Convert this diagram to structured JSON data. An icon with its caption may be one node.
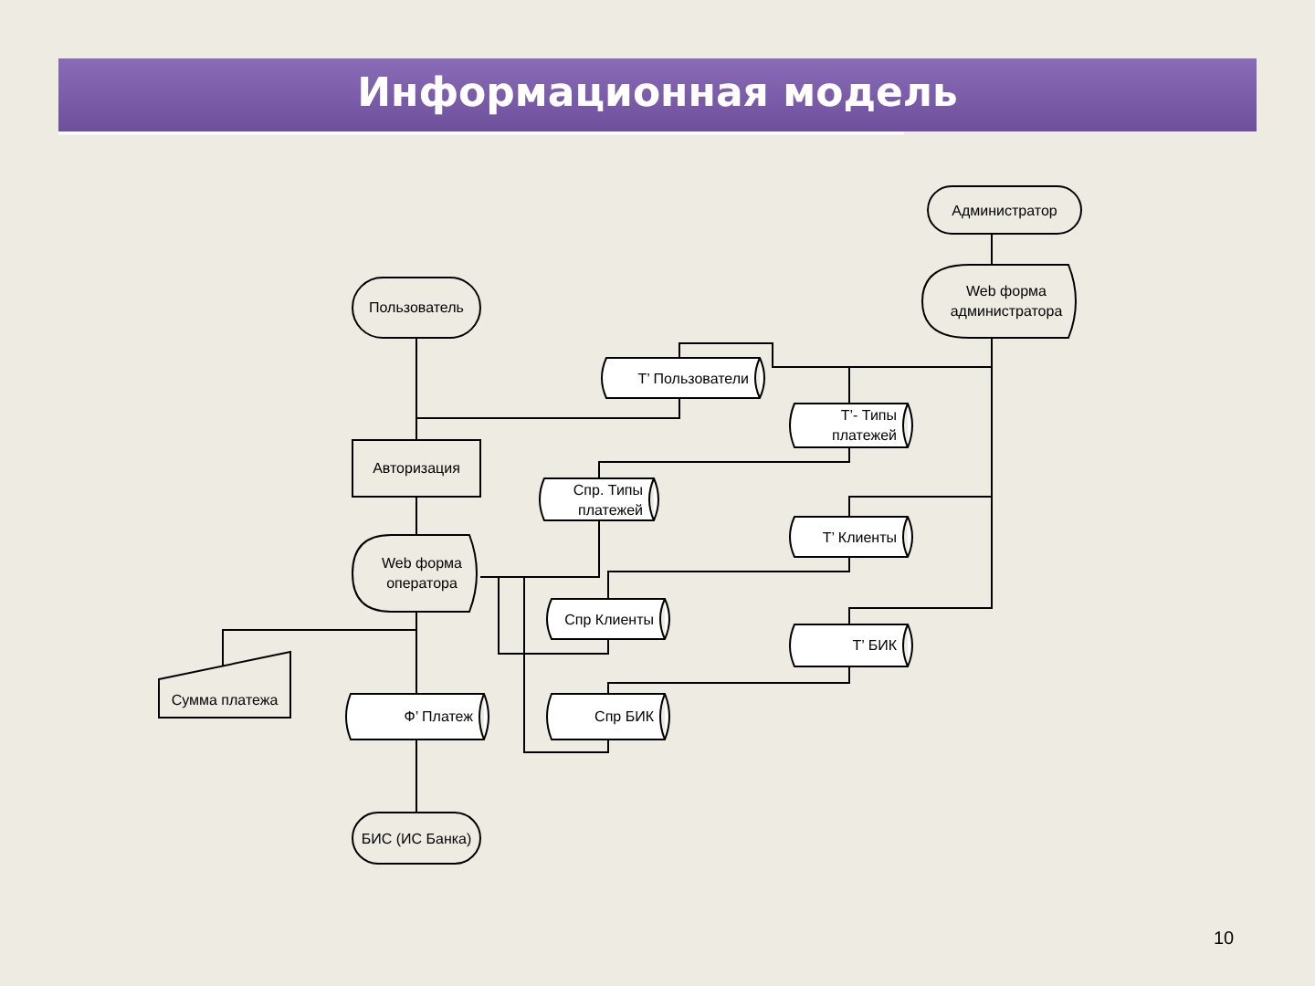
{
  "diagram": {
    "title": "Информационная модель",
    "nodes": [
      {
        "text": [
          "Администратор"
        ]
      },
      {
        "text": [
          "Web форма администратора"
        ]
      },
      {
        "text": [
          "Пользователь"
        ]
      },
      {
        "text": [
          "Т’ Пользователи"
        ]
      },
      {
        "text": [
          "Т’- Типы платежей"
        ]
      },
      {
        "text": [
          "Авторизация"
        ]
      },
      {
        "text": [
          "Спр. Типы платежей"
        ]
      },
      {
        "text": [
          "Т’ Клиенты"
        ]
      },
      {
        "text": [
          "Web форма оператора"
        ]
      },
      {
        "text": [
          "Спр Клиенты"
        ]
      },
      {
        "text": [
          "Т’ БИК"
        ]
      },
      {
        "text": [
          "Сумма платежа"
        ]
      },
      {
        "text": [
          "Ф’ Платеж"
        ]
      },
      {
        "text": [
          "Спр БИК"
        ]
      },
      {
        "text": [
          "БИС (ИС Банка)"
        ]
      }
    ],
    "edges": [
      {
        "from": 0,
        "to": 1,
        "arrow": "none"
      },
      {
        "from": 1,
        "to": 3,
        "arrow": "none"
      },
      {
        "from": 1,
        "to": 4,
        "arrow": "none"
      },
      {
        "from": 1,
        "to": 7,
        "arrow": "none"
      },
      {
        "from": 1,
        "to": 10,
        "arrow": "none"
      },
      {
        "from": 2,
        "to": 5,
        "arrow": "none"
      },
      {
        "from": 3,
        "to": 5,
        "arrow": "none"
      },
      {
        "from": 4,
        "to": 6,
        "arrow": "none"
      },
      {
        "from": 5,
        "to": 8,
        "arrow": "none"
      },
      {
        "from": 6,
        "to": 8,
        "arrow": "none"
      },
      {
        "from": 7,
        "to": 9,
        "arrow": "none"
      },
      {
        "from": 8,
        "to": 9,
        "arrow": "none"
      },
      {
        "from": 8,
        "to": 13,
        "arrow": "none"
      },
      {
        "from": 10,
        "to": 13,
        "arrow": "none"
      },
      {
        "from": 8,
        "to": 12,
        "arrow": "none"
      },
      {
        "from": 11,
        "to": 12,
        "arrow": "none"
      },
      {
        "from": 12,
        "to": 14,
        "arrow": "none"
      }
    ],
    "labels": [
      "10"
    ]
  }
}
